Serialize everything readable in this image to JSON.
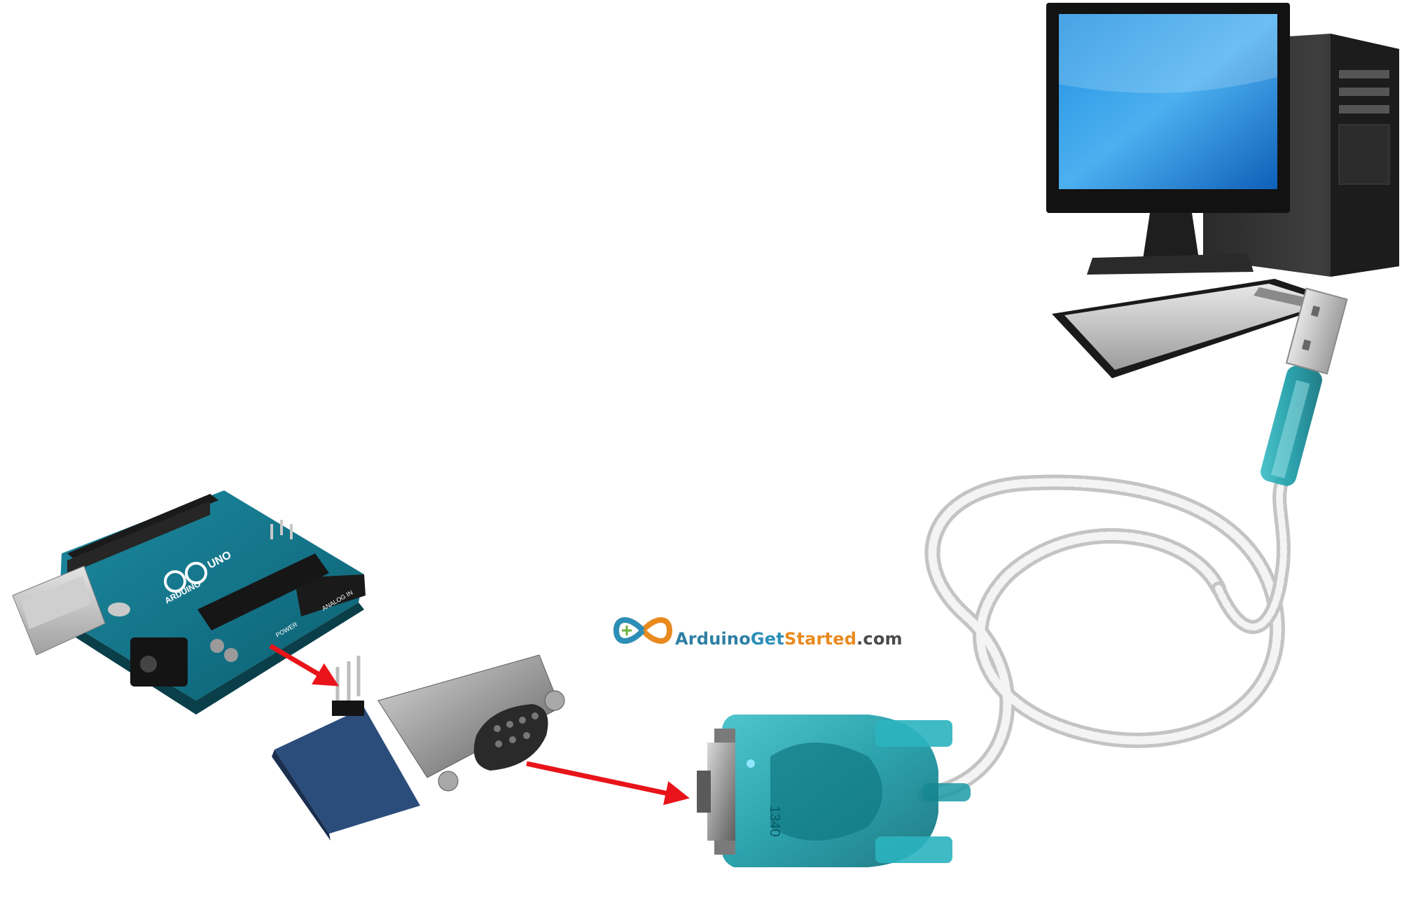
{
  "diagram": {
    "components": [
      {
        "id": "computer",
        "icon": "desktop-computer-icon"
      },
      {
        "id": "usb-rs232-cable",
        "icon": "usb-to-serial-cable-icon"
      },
      {
        "id": "arduino",
        "icon": "arduino-uno-board-icon",
        "board_markings": [
          "UNO",
          "ARDUINO",
          "POWER",
          "ANALOG IN"
        ]
      },
      {
        "id": "rs232-module",
        "icon": "ttl-to-rs232-module-icon"
      }
    ],
    "connections": [
      {
        "from": "arduino",
        "to": "rs232-module"
      },
      {
        "from": "rs232-module",
        "to": "usb-rs232-cable"
      },
      {
        "from": "usb-rs232-cable",
        "to": "computer"
      }
    ],
    "cable_marking": "1340",
    "arrow_color": "#e8141a"
  },
  "brand": {
    "part1": "Arduino",
    "part2": "Get",
    "part3": "Started",
    "part4": ".com"
  }
}
